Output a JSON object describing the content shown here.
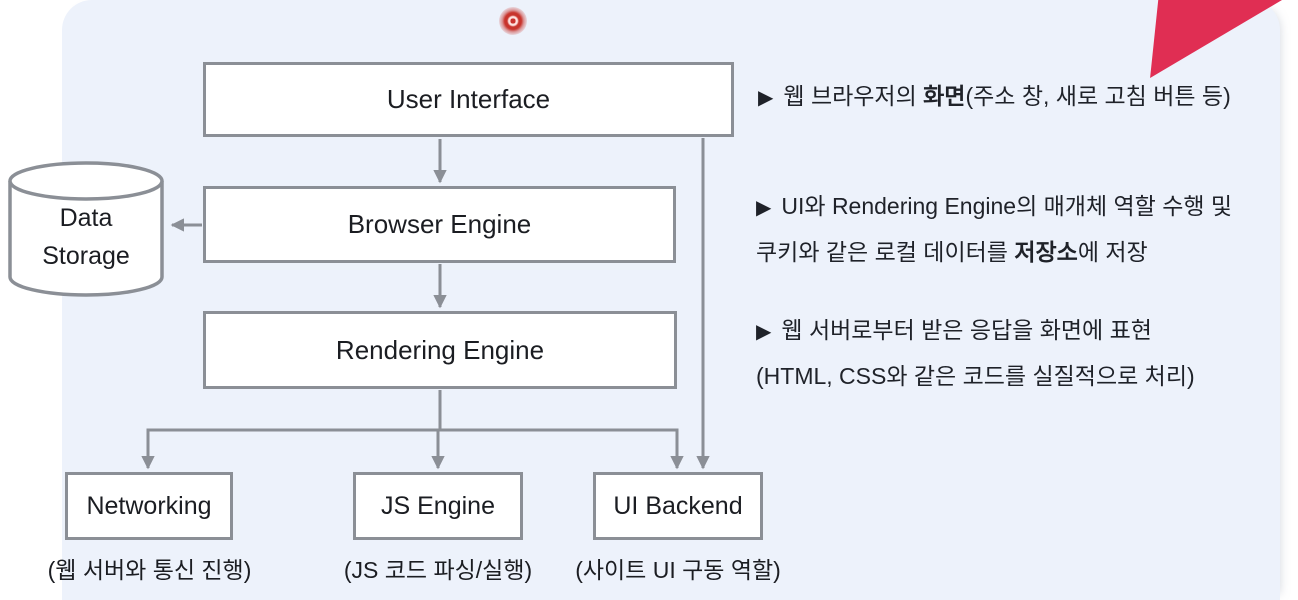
{
  "colors": {
    "panel_bg": "#edf2fb",
    "line_gray": "#8b8f96",
    "box_bg": "#ffffff",
    "text": "#1b1d22",
    "corner_triangle": "#e02e53",
    "laser_dot": "#c62a22"
  },
  "diagram": {
    "boxes": [
      {
        "id": "user-interface",
        "label": "User Interface"
      },
      {
        "id": "browser-engine",
        "label": "Browser Engine"
      },
      {
        "id": "rendering-engine",
        "label": "Rendering Engine"
      },
      {
        "id": "networking",
        "label": "Networking",
        "caption": "(웹 서버와 통신 진행)"
      },
      {
        "id": "js-engine",
        "label": "JS Engine",
        "caption": "(JS 코드 파싱/실행)"
      },
      {
        "id": "ui-backend",
        "label": "UI Backend",
        "caption": "(사이트 UI 구동 역할)"
      }
    ],
    "cylinder": {
      "label_line1": "Data",
      "label_line2": "Storage"
    }
  },
  "notes": [
    {
      "marker": "▶",
      "line1_pre": "웹 브라우저의 ",
      "line1_bold": "화면",
      "line1_post": "(주소 창, 새로 고침 버튼 등)",
      "line2_pre": "",
      "line2_bold": "",
      "line2_post": ""
    },
    {
      "marker": "▶",
      "line1_pre": "UI와 Rendering Engine의 매개체 역할 수행 및",
      "line1_bold": "",
      "line1_post": "",
      "line2_pre": "쿠키와 같은 로컬 데이터를 ",
      "line2_bold": "저장소",
      "line2_post": "에 저장"
    },
    {
      "marker": "▶",
      "line1_pre": "웹 서버로부터 받은 응답을 화면에 표현",
      "line1_bold": "",
      "line1_post": "",
      "line2_pre": "(HTML, CSS와 같은 코드를 실질적으로 처리)",
      "line2_bold": "",
      "line2_post": ""
    }
  ]
}
